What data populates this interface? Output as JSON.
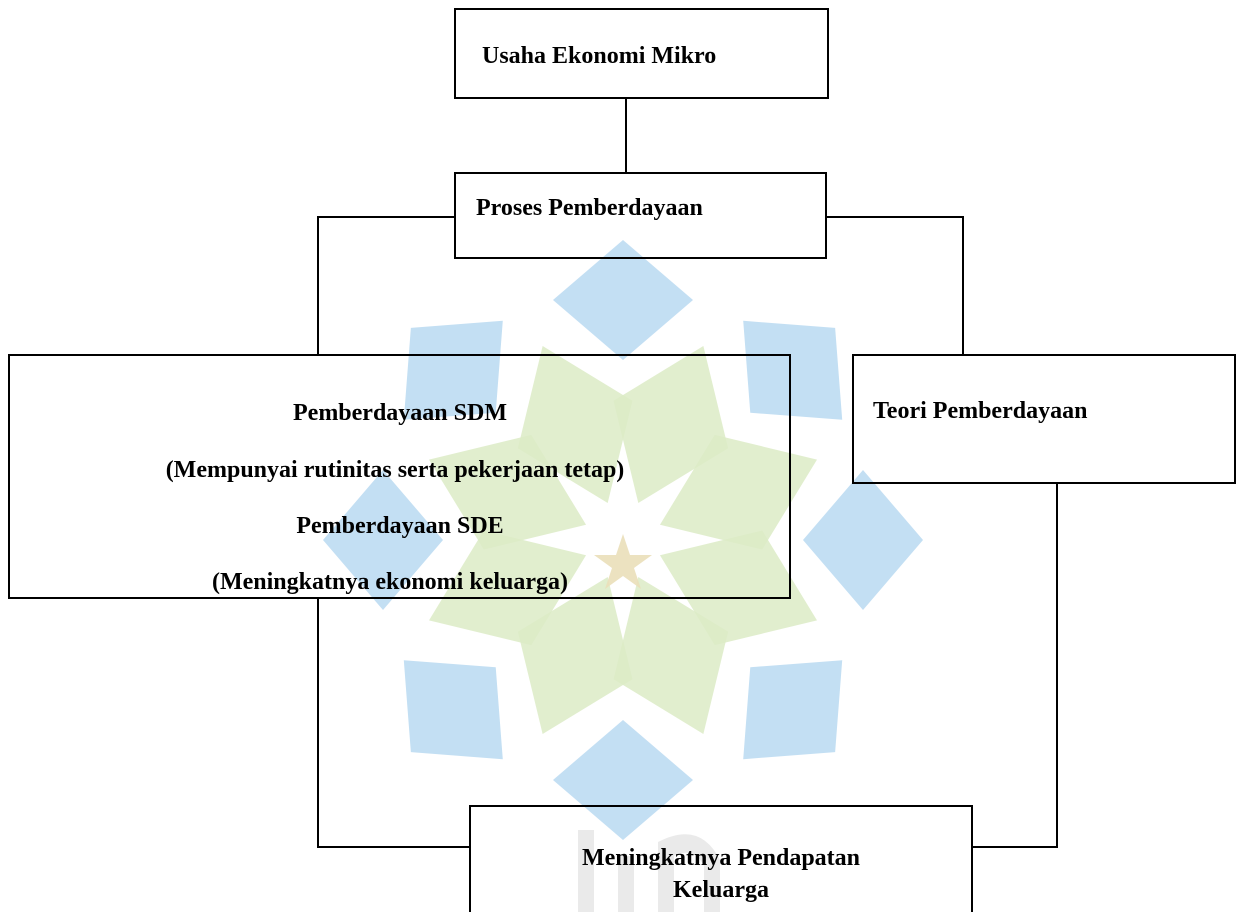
{
  "diagram": {
    "nodes": {
      "usaha": {
        "label": "Usaha Ekonomi Mikro"
      },
      "proses": {
        "label": "Proses Pemberdayaan"
      },
      "sdm_box": {
        "line1": "Pemberdayaan SDM",
        "line2": "(Mempunyai rutinitas serta pekerjaan tetap)",
        "line3": "Pemberdayaan SDE",
        "line4": "(Meningkatnya ekonomi keluarga)"
      },
      "teori": {
        "label": "Teori Pemberdayaan"
      },
      "pendapatan": {
        "line1": "Meningkatnya Pendapatan",
        "line2": "Keluarga"
      }
    },
    "connectors": [
      {
        "from": "usaha",
        "to": "proses"
      },
      {
        "from": "proses",
        "to": "sdm_box"
      },
      {
        "from": "proses",
        "to": "teori"
      },
      {
        "from": "sdm_box",
        "to": "pendapatan"
      },
      {
        "from": "teori",
        "to": "pendapatan"
      }
    ]
  },
  "watermark": {
    "colors": {
      "blue": "#b9d9f1",
      "green": "#dcebc6",
      "star": "#eadfb9"
    },
    "lettering": "uin"
  },
  "colors": {
    "line": "#000000",
    "text": "#000000",
    "background": "#ffffff"
  }
}
